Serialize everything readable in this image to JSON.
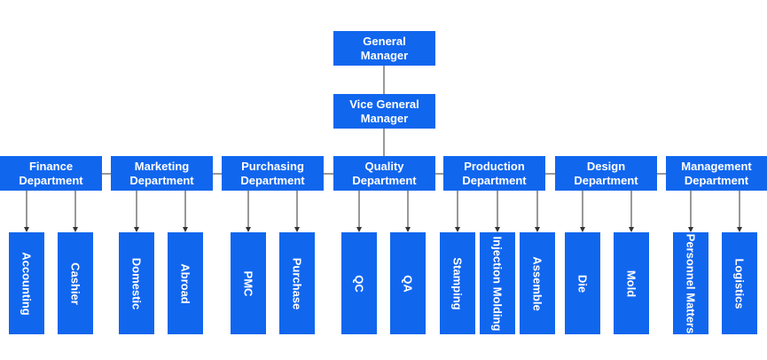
{
  "colors": {
    "box": "#1166ee",
    "line": "#333333",
    "text": "#ffffff"
  },
  "top": {
    "general_manager": "General\nManager",
    "vice_general_manager": "Vice General\nManager"
  },
  "departments": [
    {
      "label": "Finance\nDepartment",
      "subs": [
        "Accounting",
        "Cashier"
      ]
    },
    {
      "label": "Marketing\nDepartment",
      "subs": [
        "Domestic",
        "Abroad"
      ]
    },
    {
      "label": "Purchasing\nDepartment",
      "subs": [
        "PMC",
        "Purchase"
      ]
    },
    {
      "label": "Quality\nDepartment",
      "subs": [
        "QC",
        "QA"
      ]
    },
    {
      "label": "Production\nDepartment",
      "subs": [
        "Stamping",
        "Injection\nMolding",
        "Assemble"
      ]
    },
    {
      "label": "Design\nDepartment",
      "subs": [
        "Die",
        "Mold"
      ]
    },
    {
      "label": "Management\nDepartment",
      "subs": [
        "Personnel\nMatters",
        "Logistics"
      ]
    }
  ]
}
